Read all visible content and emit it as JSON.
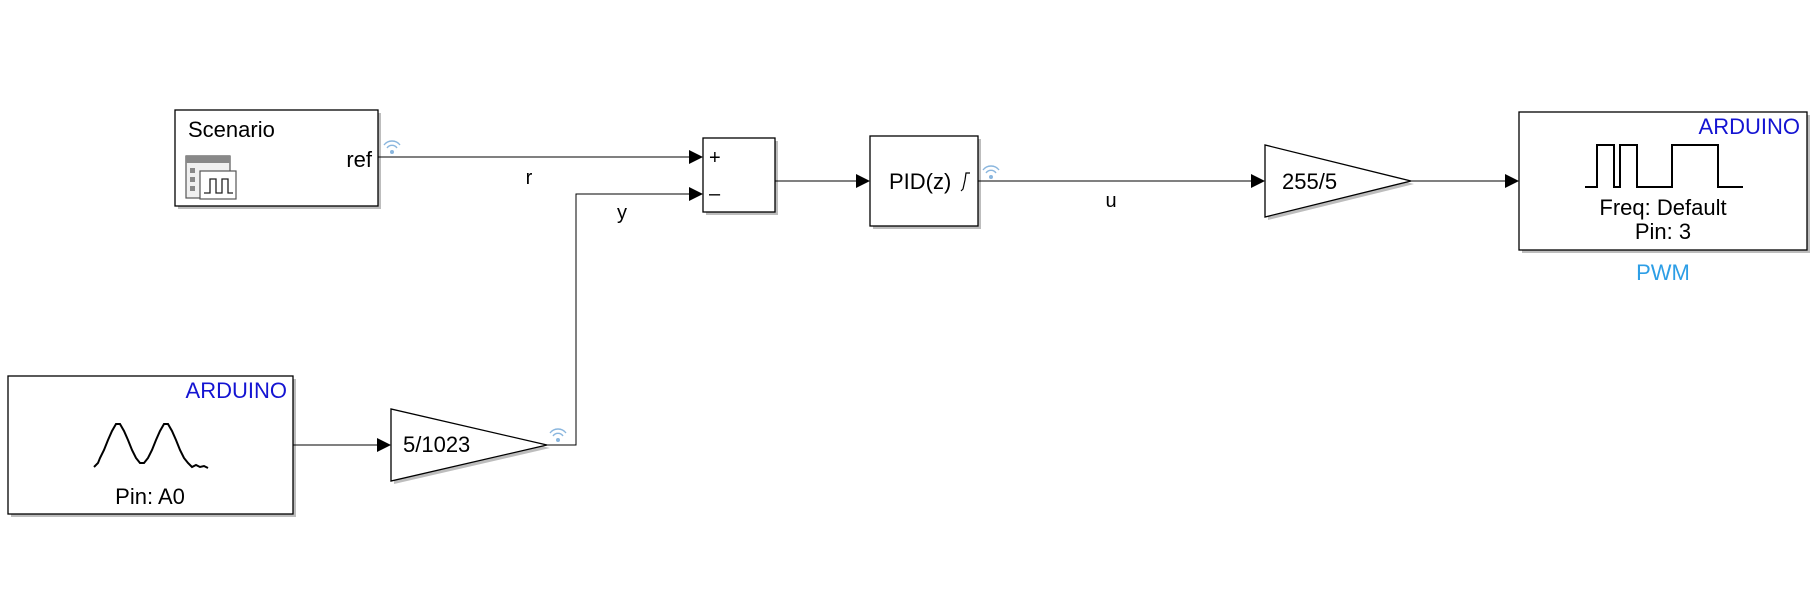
{
  "blocks": {
    "scenario": {
      "title": "Scenario",
      "port": "ref"
    },
    "sum": {
      "plus": "+",
      "minus": "–"
    },
    "pid": {
      "label": "PID(z)"
    },
    "gain_out": {
      "value": "255/5"
    },
    "gain_in": {
      "value": "5/1023"
    },
    "pwm": {
      "brand": "ARDUINO",
      "freq": "Freq: Default",
      "pin": "Pin: 3",
      "name": "PWM"
    },
    "analog_in": {
      "brand": "ARDUINO",
      "pin": "Pin: A0"
    }
  },
  "signals": {
    "r": "r",
    "y": "y",
    "u": "u"
  },
  "colors": {
    "brand": "#1414d2",
    "block_name": "#2d9ee6",
    "logging_icon": "#8ab6de",
    "shadow": "#bdbdbd"
  }
}
